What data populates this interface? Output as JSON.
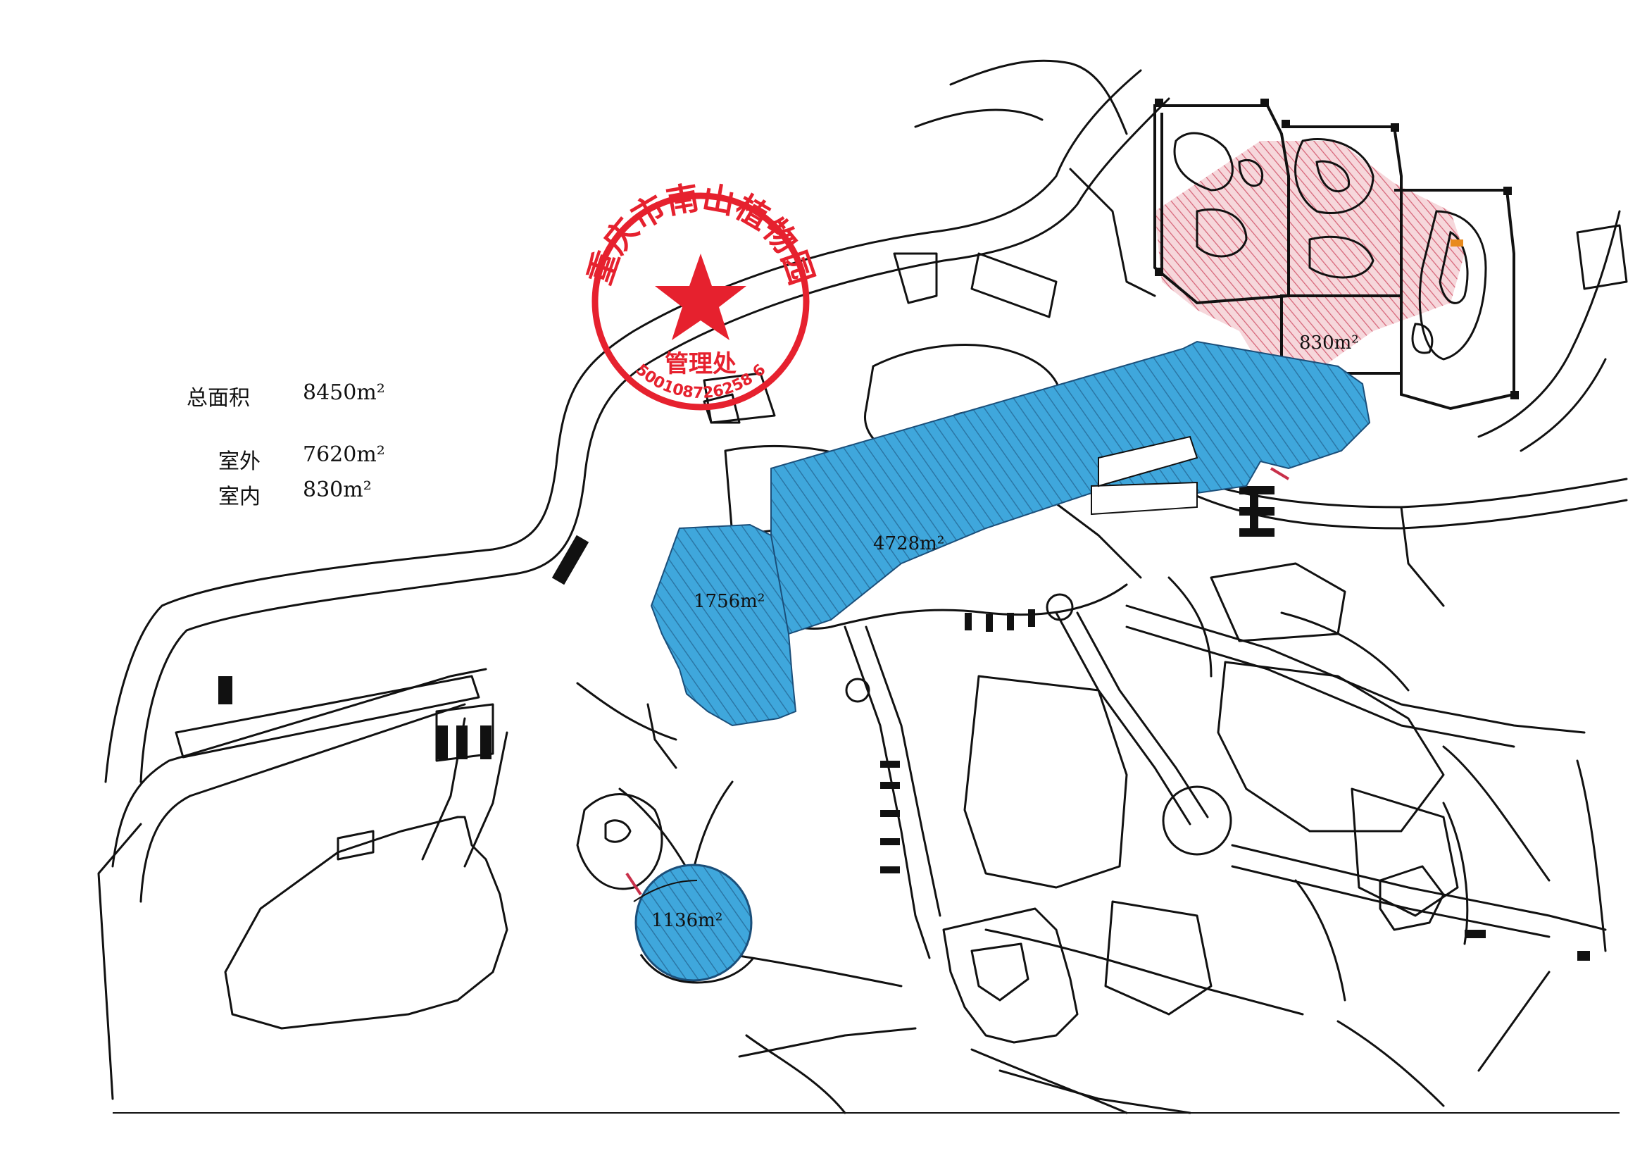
{
  "summary": {
    "total_label": "总面积",
    "total_value": "8450m²",
    "outdoor_label": "室外",
    "outdoor_value": "7620m²",
    "indoor_label": "室内",
    "indoor_value": "830m²"
  },
  "areas": {
    "main_plaza": "4728m²",
    "west_lawn": "1756m²",
    "round_garden": "1136m²",
    "building_indoor": "830m²"
  },
  "seal": {
    "name": "重庆市南山植物园",
    "department": "管理处",
    "code": "500108726258 6"
  },
  "colors": {
    "area_fill": "#3fa7dc",
    "area_hatch": "#1b4f7a",
    "indoor_hatch": "#c8304a",
    "seal": "#e6212e",
    "linework": "#111111"
  }
}
